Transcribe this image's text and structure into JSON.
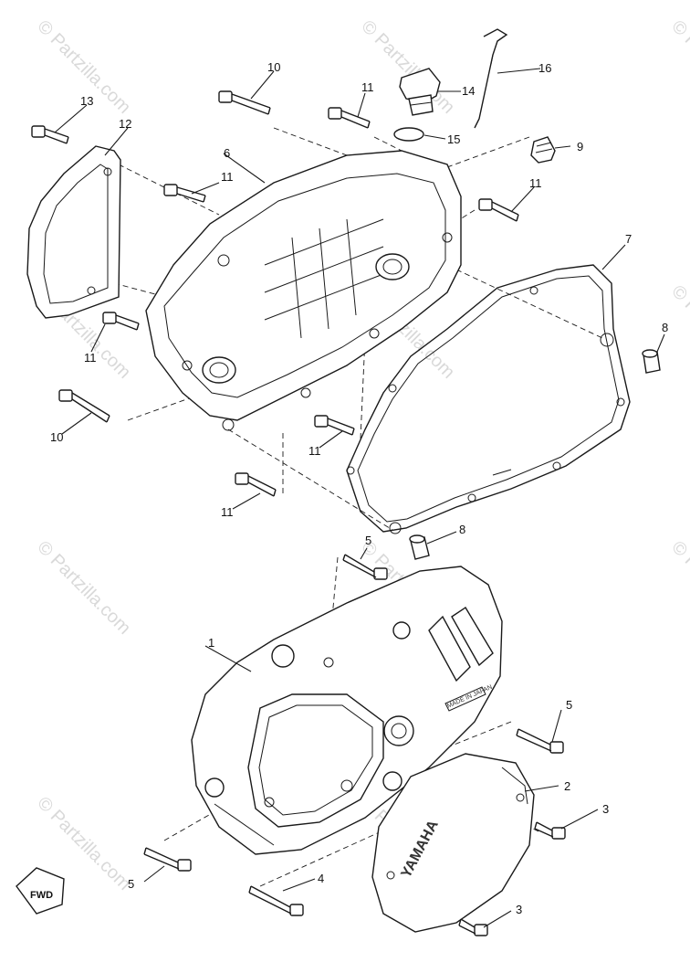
{
  "watermark": "© Partzilla.com",
  "callouts": {
    "c1": "1",
    "c2": "2",
    "c3a": "3",
    "c3b": "3",
    "c4": "4",
    "c5a": "5",
    "c5b": "5",
    "c5c": "5",
    "c6": "6",
    "c7": "7",
    "c8a": "8",
    "c8b": "8",
    "c9": "9",
    "c10a": "10",
    "c10b": "10",
    "c11a": "11",
    "c11b": "11",
    "c11c": "11",
    "c11d": "11",
    "c11e": "11",
    "c11f": "11",
    "c12": "12",
    "c13": "13",
    "c14": "14",
    "c15": "15",
    "c16": "16"
  },
  "labels": {
    "brand_emboss": "YAMAHA",
    "made_in": "MADE IN JAPAN",
    "fwd": "FWD"
  }
}
